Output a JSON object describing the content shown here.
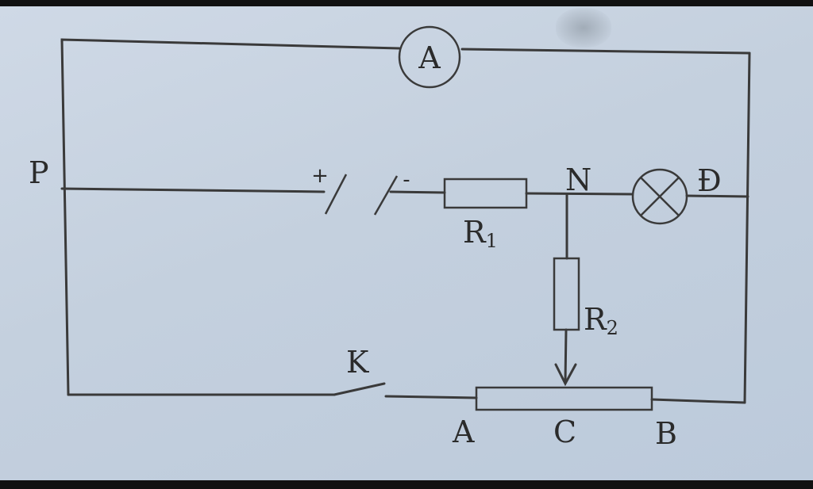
{
  "diagram": {
    "labels": {
      "ammeter": "A",
      "node_p": "P",
      "node_n": "N",
      "lamp": "Đ",
      "resistor1_letter": "R",
      "resistor1_sub": "1",
      "resistor2_letter": "R",
      "resistor2_sub": "2",
      "switch": "K",
      "end_a": "A",
      "slider_c": "C",
      "end_b": "B",
      "battery_plus": "+",
      "battery_minus": "-"
    }
  }
}
